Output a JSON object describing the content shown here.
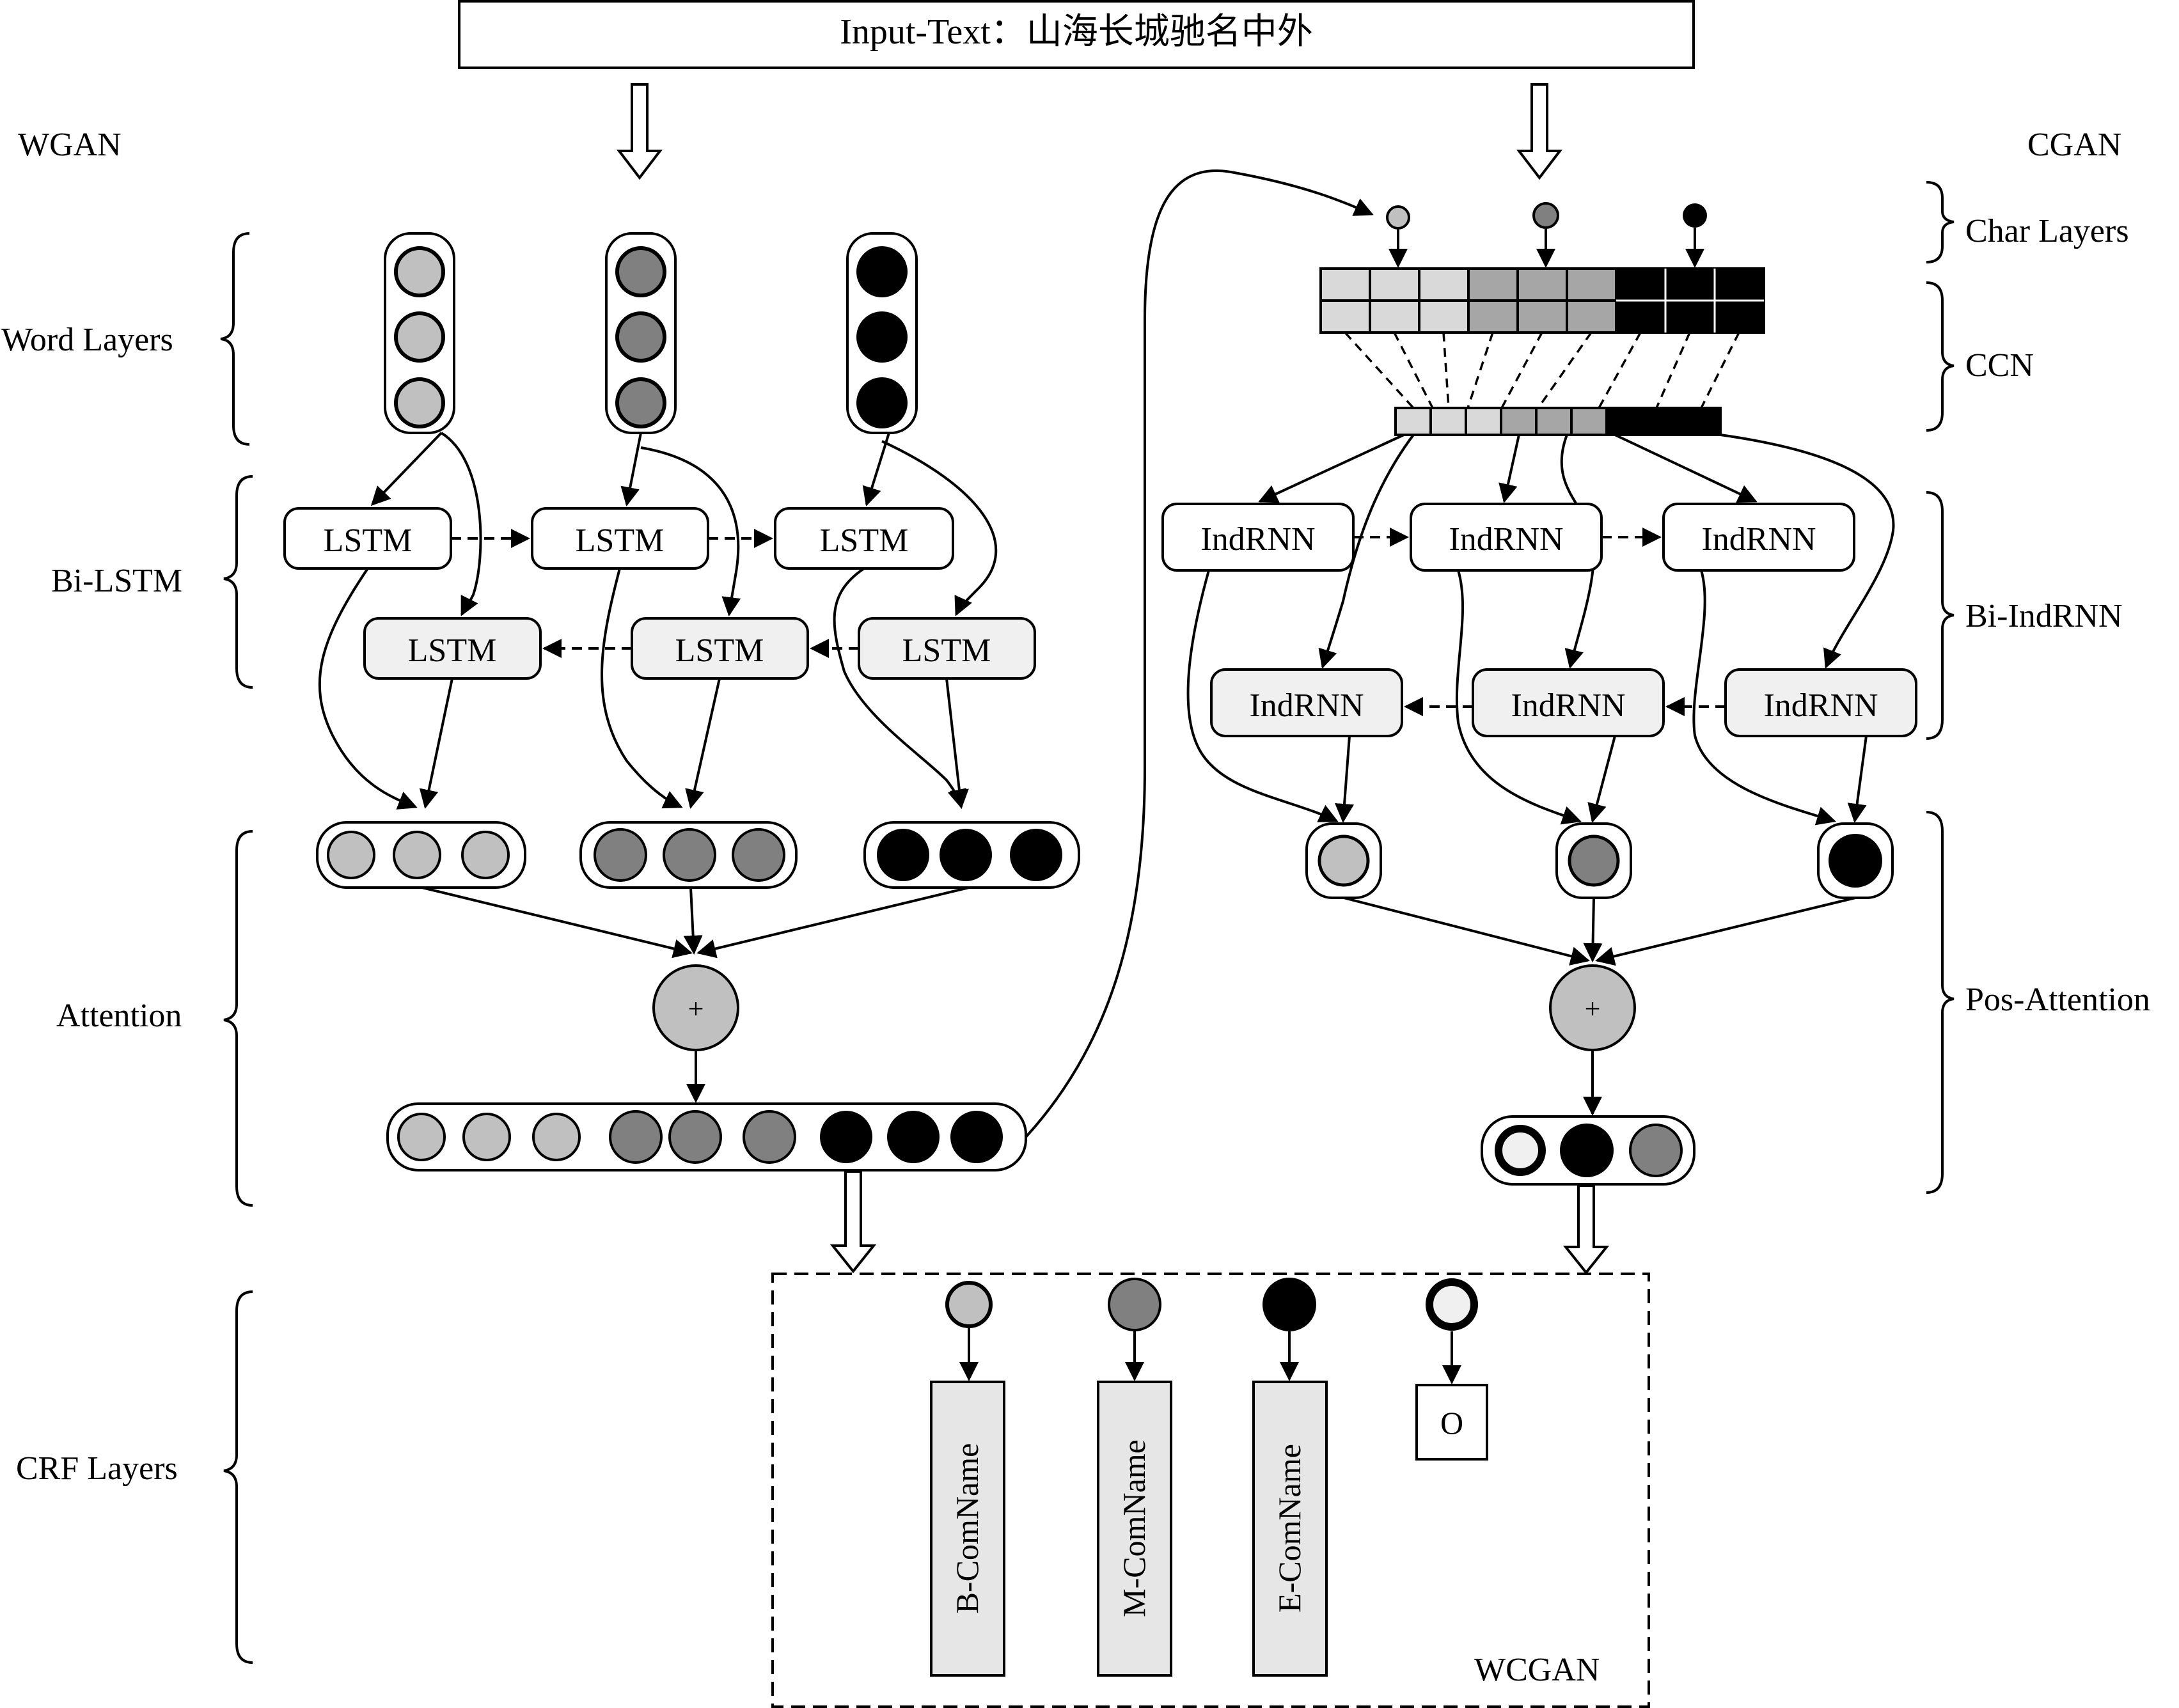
{
  "colors": {
    "light": "#c0c0c0",
    "lighter": "#d9d9d9",
    "mid": "#808080",
    "midlight": "#a6a6a6",
    "dark": "#000000",
    "box_fill": "#f0f0f0",
    "outline": "#000000"
  },
  "input": {
    "label": "Input-Text：山海长城驰名中外"
  },
  "sections": {
    "left_title": "WGAN",
    "right_title": "CGAN",
    "output_title": "WCGAN"
  },
  "left_layers": {
    "word": "Word Layers",
    "bilstm": "Bi-LSTM",
    "attention": "Attention",
    "crf": "CRF Layers"
  },
  "right_layers": {
    "char": "Char Layers",
    "ccn": "CCN",
    "biindrnn": "Bi-IndRNN",
    "pos_attention": "Pos-Attention"
  },
  "lstm_label": "LSTM",
  "indrnn_label": "IndRNN",
  "sum_symbol": "+",
  "tags": {
    "b": "B-ComName",
    "m": "M-ComName",
    "e": "E-ComName",
    "o": "O"
  }
}
